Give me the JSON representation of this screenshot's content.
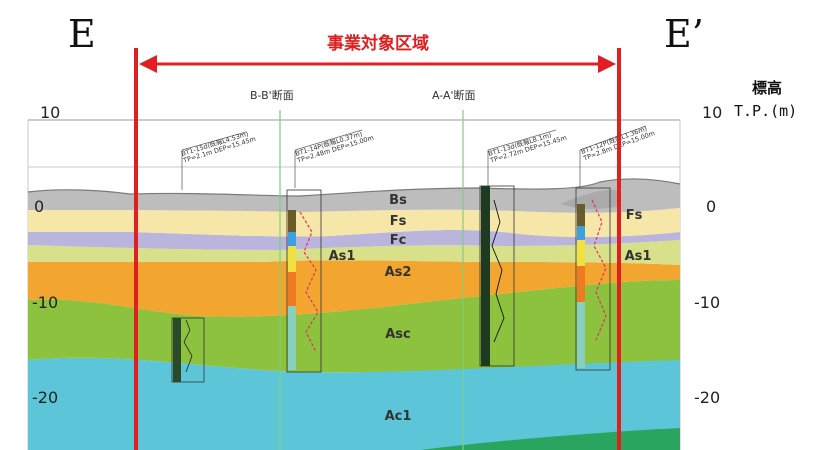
{
  "section": {
    "start_label": "E",
    "end_label": "E’",
    "project_area_label": "事業対象区域",
    "elevation_label": "標高",
    "elevation_unit": "T.P.(m)"
  },
  "axis": {
    "ticks": [
      {
        "value": 10,
        "left": "10",
        "right": "10"
      },
      {
        "value": 0,
        "left": "0",
        "right": "0"
      },
      {
        "value": -10,
        "left": "-10",
        "right": "-10"
      },
      {
        "value": -20,
        "left": "-20",
        "right": "-20"
      }
    ]
  },
  "cross_sections": {
    "bb": "B-B'断面",
    "aa": "A-A'断面"
  },
  "layers": {
    "bs": "Bs",
    "fs": "Fs",
    "fs_right": "Fs",
    "fc": "Fc",
    "as1": "As1",
    "as1_right": "As1",
    "as2": "As2",
    "asc": "Asc",
    "ac1": "Ac1"
  },
  "boreholes": [
    {
      "line1": "BT1-15d(既報L4.53m)",
      "line2": "TP=2.1m DEP=15.45m"
    },
    {
      "line1": "BT1-14P(既報L0.37m)",
      "line2": "TP=2.48m DEP=15.00m"
    },
    {
      "line1": "BT1-13d(既報L8.1m)",
      "line2": "TP=2.72m DEP=15.45m"
    },
    {
      "line1": "BT1-12P(既報L1.36m)",
      "line2": "TP=2.8m DEP=15.00m"
    }
  ],
  "colors": {
    "boundary": "#e02020",
    "fill": "#bdbdbd",
    "fs": "#f6e7a8",
    "fc": "#b9b5dd",
    "as1": "#d9e08a",
    "as2": "#f2a630",
    "asc": "#8cc23e",
    "ac1": "#5cc6d8",
    "deep": "#2aa55f"
  }
}
